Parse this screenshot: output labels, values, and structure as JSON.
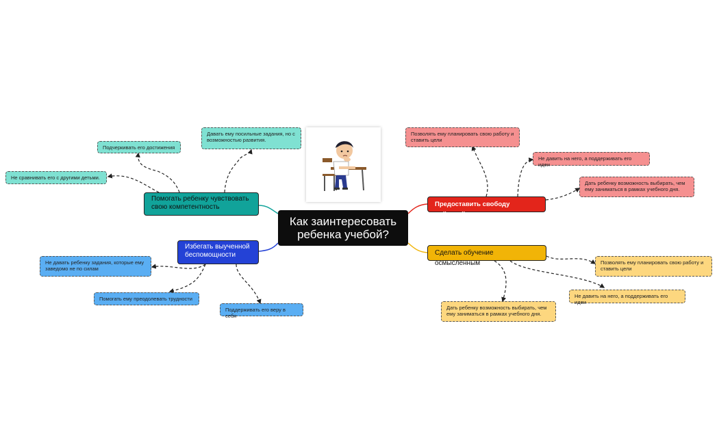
{
  "central": {
    "title": "Как заинтересовать ребенка учебой?"
  },
  "branches": {
    "competence": {
      "label": "Помогать ребенку чувствовать свою компетентность",
      "color": "#11A39A",
      "leaves": [
        "Давать ему посильные задания, но с возможностью развития.",
        "Подчеркивать его достижения",
        "Не сравнивать его с другими детьми."
      ]
    },
    "helplessness": {
      "label": "Избегать выученной беспомощности",
      "color": "#2442D6",
      "leaves": [
        "Не давать ребенку задания, которые ему заведомо не по силам",
        "Помогать ему преодолевать трудности",
        "Поддерживать его веру в себя"
      ]
    },
    "freedom": {
      "label": "Предоставить свободу действий",
      "color": "#E3251B",
      "leaves": [
        "Позволять ему планировать свою работу и ставить цели",
        "Не давить на него, а поддерживать его идеи",
        "Дать ребенку возможность выбирать, чем ему заниматься в рамках учебного дня."
      ]
    },
    "meaningful": {
      "label": "Сделать обучение осмысленным",
      "color": "#F1B407",
      "leaves": [
        "Позволять ему планировать свою работу и ставить цели",
        "Не давить на него, а поддерживать его идеи",
        "Дать ребенку возможность выбирать, чем ему заниматься в рамках учебного дня."
      ]
    }
  },
  "colors": {
    "competence_leaf": "#7FE1D2",
    "helplessness_leaf": "#5AAEF3",
    "freedom_leaf": "#F59090",
    "meaningful_leaf": "#FDD77F",
    "central_bg": "#0D0D0D",
    "connector": "#222222"
  },
  "illustration": {
    "icon": "student-at-desk-icon"
  }
}
